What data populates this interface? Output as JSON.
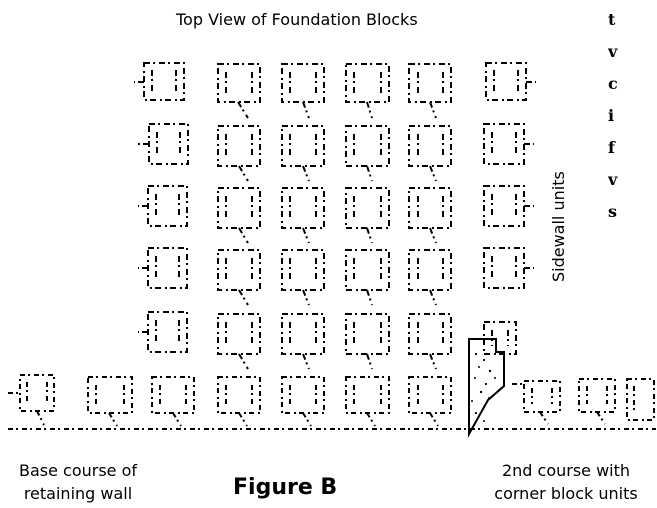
{
  "figure": {
    "title": "Top View of Foundation Blocks",
    "side_label": "Sidewall units",
    "bottom_left_line1": "Base course of",
    "bottom_left_line2": "retaining wall",
    "figure_caption": "Figure B",
    "bottom_right_line1": "2nd course with",
    "bottom_right_line2": "corner block units"
  },
  "right_column_text": [
    "t",
    "v",
    "c",
    "i",
    "f",
    "v",
    "s"
  ],
  "colors": {
    "ink": "#000000",
    "background": "#ffffff"
  }
}
